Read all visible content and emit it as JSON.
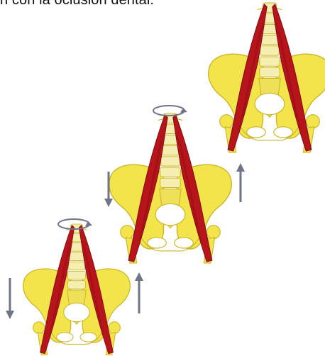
{
  "caption": {
    "text": "n con la oclusión dental."
  },
  "colors": {
    "bone": "#f2e44a",
    "bone_shade": "#d9c82c",
    "bone_outline": "#b8a624",
    "muscle": "#b8141b",
    "muscle_dark": "#7a0a10",
    "vertebra": "#f4eeb0",
    "arrow": "#6f7486",
    "background": "#ffffff"
  },
  "illustration": {
    "figures": [
      {
        "name": "pelvis-top",
        "rotation_arrow": false,
        "vertical_arrows": false
      },
      {
        "name": "pelvis-middle",
        "rotation_arrow": true,
        "vertical_arrows": true
      },
      {
        "name": "pelvis-bottom",
        "rotation_arrow": true,
        "vertical_arrows": true
      }
    ]
  }
}
